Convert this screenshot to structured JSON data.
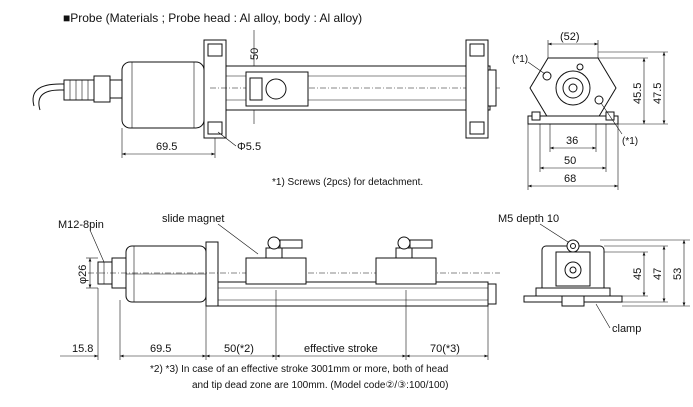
{
  "title": "■Probe (Materials ; Probe head : Al alloy, body : Al alloy)",
  "top_view": {
    "dim_50": "50",
    "dim_69_5": "69.5",
    "dim_phi55": "Φ5.5"
  },
  "end_view_top": {
    "dim_52": "(52)",
    "dim_36": "36",
    "dim_50": "50",
    "dim_68": "68",
    "dim_45_5": "45.5",
    "dim_47_5": "47.5",
    "screw_mark_left": "(*1)",
    "screw_mark_right": "(*1)"
  },
  "note1": "*1) Screws (2pcs) for detachment.",
  "side_view": {
    "connector_label": "M12-8pin",
    "magnet_label": "slide magnet",
    "dim_phi26": "φ26",
    "dim_15_8": "15.8",
    "dim_69_5": "69.5",
    "dim_50_star2": "50(*2)",
    "dim_effective": "effective stroke",
    "dim_70_star3": "70(*3)"
  },
  "end_view_bottom": {
    "m5_label": "M5 depth 10",
    "clamp_label": "clamp",
    "dim_45": "45",
    "dim_47": "47",
    "dim_53": "53"
  },
  "note2_line1": "*2) *3) In case of an effective stroke 3001mm or more, both of head",
  "note2_line2": "and tip dead zone are 100mm. (Model code②/③:100/100)"
}
